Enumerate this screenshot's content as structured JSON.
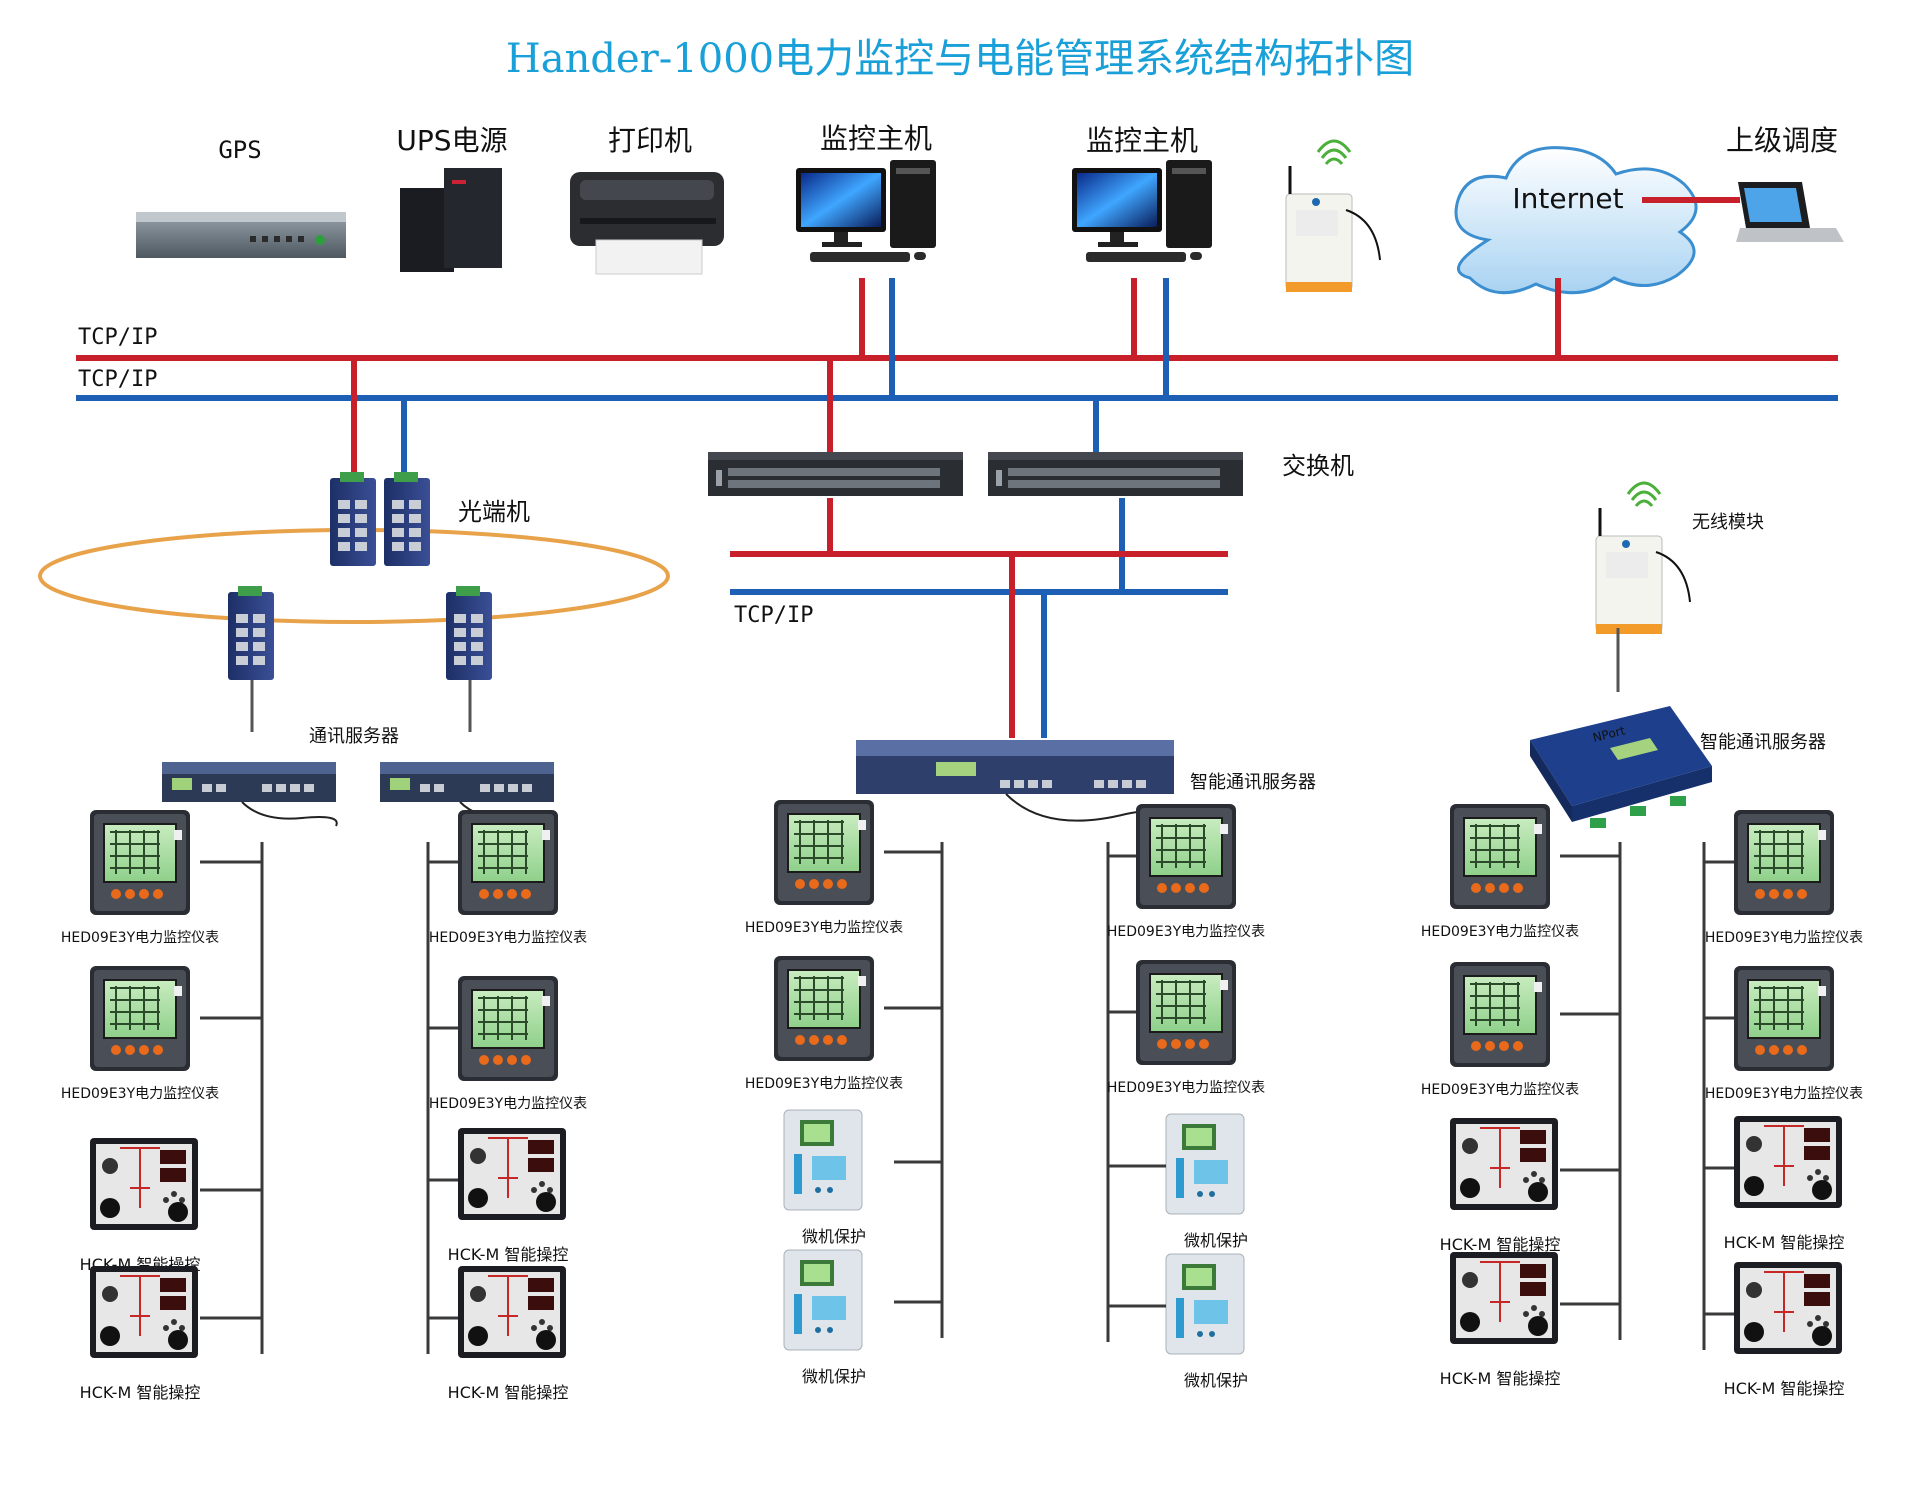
{
  "title": "Hander-1000电力监控与电能管理系统结构拓扑图",
  "colors": {
    "title": "#1aa0d8",
    "tcp_red": "#c8202a",
    "tcp_blue": "#1c5fb5",
    "ring": "#e8a24a",
    "black_line": "#3a3a3a"
  },
  "top_devices": {
    "gps": "GPS",
    "ups": "UPS电源",
    "printer": "打印机",
    "host1": "监控主机",
    "host2": "监控主机",
    "superior": "上级调度",
    "cloud": "Internet"
  },
  "network": {
    "tcp_red": "TCP/IP",
    "tcp_blue": "TCP/IP",
    "tcp_center": "TCP/IP",
    "switch": "交换机",
    "fiber": "光端机",
    "wireless": "无线模块"
  },
  "servers": {
    "left": "通讯服务器",
    "center": "智能通讯服务器",
    "right": "智能通讯服务器",
    "nport_brand": "NPort"
  },
  "device_labels": {
    "g1": [
      "HED09E3Y电力监控仪表",
      "HED09E3Y电力监控仪表",
      "HCK-M 智能操控",
      "HCK-M 智能操控"
    ],
    "g2": [
      "HED09E3Y电力监控仪表",
      "HED09E3Y电力监控仪表",
      "HCK-M 智能操控",
      "HCK-M 智能操控"
    ],
    "g3": [
      "HED09E3Y电力监控仪表",
      "HED09E3Y电力监控仪表",
      "微机保护",
      "微机保护"
    ],
    "g4": [
      "HED09E3Y电力监控仪表",
      "HED09E3Y电力监控仪表",
      "微机保护",
      "微机保护"
    ],
    "g5": [
      "HED09E3Y电力监控仪表",
      "HED09E3Y电力监控仪表",
      "HCK-M 智能操控",
      "HCK-M 智能操控"
    ],
    "g6": [
      "HED09E3Y电力监控仪表",
      "HED09E3Y电力监控仪表",
      "HCK-M 智能操控",
      "HCK-M 智能操控"
    ]
  }
}
